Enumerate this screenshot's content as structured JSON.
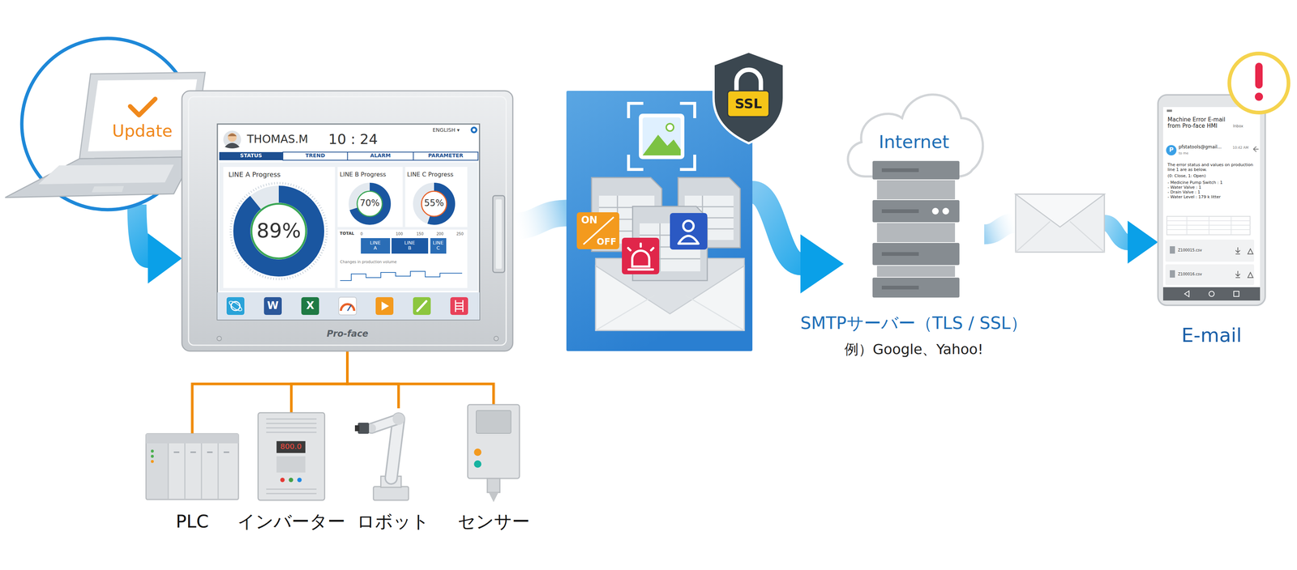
{
  "diagram": {
    "nodes": [
      {
        "text": [
          "Update"
        ]
      },
      {
        "text": [
          "Pro-face"
        ]
      },
      {
        "text": [
          "ON",
          "OFF"
        ]
      },
      {
        "text": [
          "Internet",
          "SMTPサーバー（TLS / SSL）",
          "例）Google、Yahoo!"
        ]
      },
      {
        "text": [
          "E-mail"
        ]
      },
      {
        "text": [
          "PLC"
        ]
      },
      {
        "text": [
          "インバーター"
        ]
      },
      {
        "text": [
          "ロボット"
        ]
      },
      {
        "text": [
          "センサー"
        ]
      }
    ],
    "edges": [
      {
        "from": 0,
        "to": 1,
        "arrow": "to"
      },
      {
        "from": 1,
        "to": 2,
        "arrow": "none"
      },
      {
        "from": 2,
        "to": 3,
        "arrow": "to"
      },
      {
        "from": 3,
        "to": 4,
        "arrow": "to"
      },
      {
        "from": 1,
        "to": 5,
        "arrow": "none"
      },
      {
        "from": 1,
        "to": 6,
        "arrow": "none"
      },
      {
        "from": 1,
        "to": 7,
        "arrow": "none"
      },
      {
        "from": 1,
        "to": 8,
        "arrow": "none"
      }
    ],
    "labels": [
      "THOMAS.M",
      "10 : 24",
      "ENGLISH ▾",
      "STATUS",
      "TREND",
      "ALARM",
      "PARAMETER",
      "LINE A Progress",
      "89%",
      "LINE B Progress",
      "70%",
      "LINE C Progress",
      "55%",
      "TOTAL",
      "0",
      "100",
      "150",
      "200",
      "250",
      "LINE A",
      "LINE B",
      "LINE C",
      "Changes in production volume",
      "W",
      "X",
      "SSL",
      "800.0",
      "Machine Error E-mail from Pro-face HMI",
      "Inbox",
      "P",
      "pfstatools@gmail...",
      "10:42 AM",
      "to me",
      "The error status and values on production line 1 are as below.",
      "(0: Close, 1: Open)",
      "- Medicine Pump Switch : 1",
      "- Water Valve : 1",
      "- Drain Valve : 1",
      "- Water Level : 179 k litter",
      "Z100015.csv",
      "Z100016.csv"
    ]
  }
}
